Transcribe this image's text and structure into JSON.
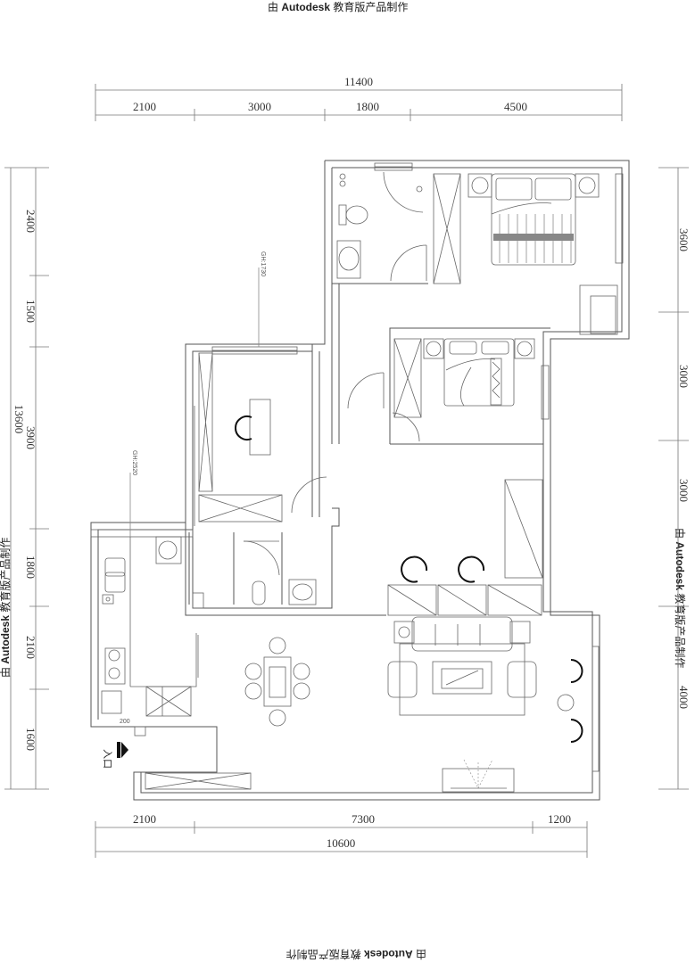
{
  "watermark": {
    "prefix": "由",
    "brand": "Autodesk",
    "suffix": "教育版产品制作"
  },
  "dimensions": {
    "top_total": "11400",
    "top_segments": [
      "2100",
      "3000",
      "1800",
      "4500"
    ],
    "left_total": "13600",
    "left_segments": [
      "2400",
      "1500",
      "3900",
      "1800",
      "2100",
      "1600"
    ],
    "right_segments": [
      "3600",
      "3000",
      "3000",
      "4000"
    ],
    "bottom_segments": [
      "2100",
      "7300",
      "1200"
    ],
    "bottom_total": "10600"
  },
  "annotations": {
    "gh_bedroom": "GH:1730",
    "gh_kitchen": "GH:2520",
    "kitchen_width": "200",
    "entrance": "入口"
  }
}
